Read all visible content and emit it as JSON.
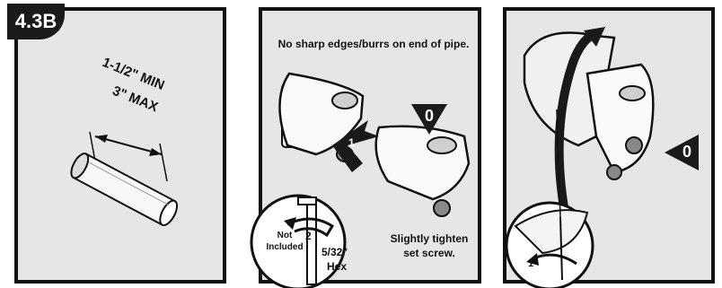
{
  "badge": "4.3B",
  "panel1": {
    "dimension_min": "1-1/2\" MIN",
    "dimension_max": "3\" MAX"
  },
  "panel2": {
    "instruction": "No sharp edges/burrs on end of pipe.",
    "marker": "0",
    "step_1": "1",
    "step_2": "2",
    "not_included": "Not Included",
    "hex_size": "5/32\"",
    "hex_label": "Hex",
    "tighten": "Slightly tighten set screw."
  },
  "panel3": {
    "marker": "0",
    "step_1": "1"
  }
}
